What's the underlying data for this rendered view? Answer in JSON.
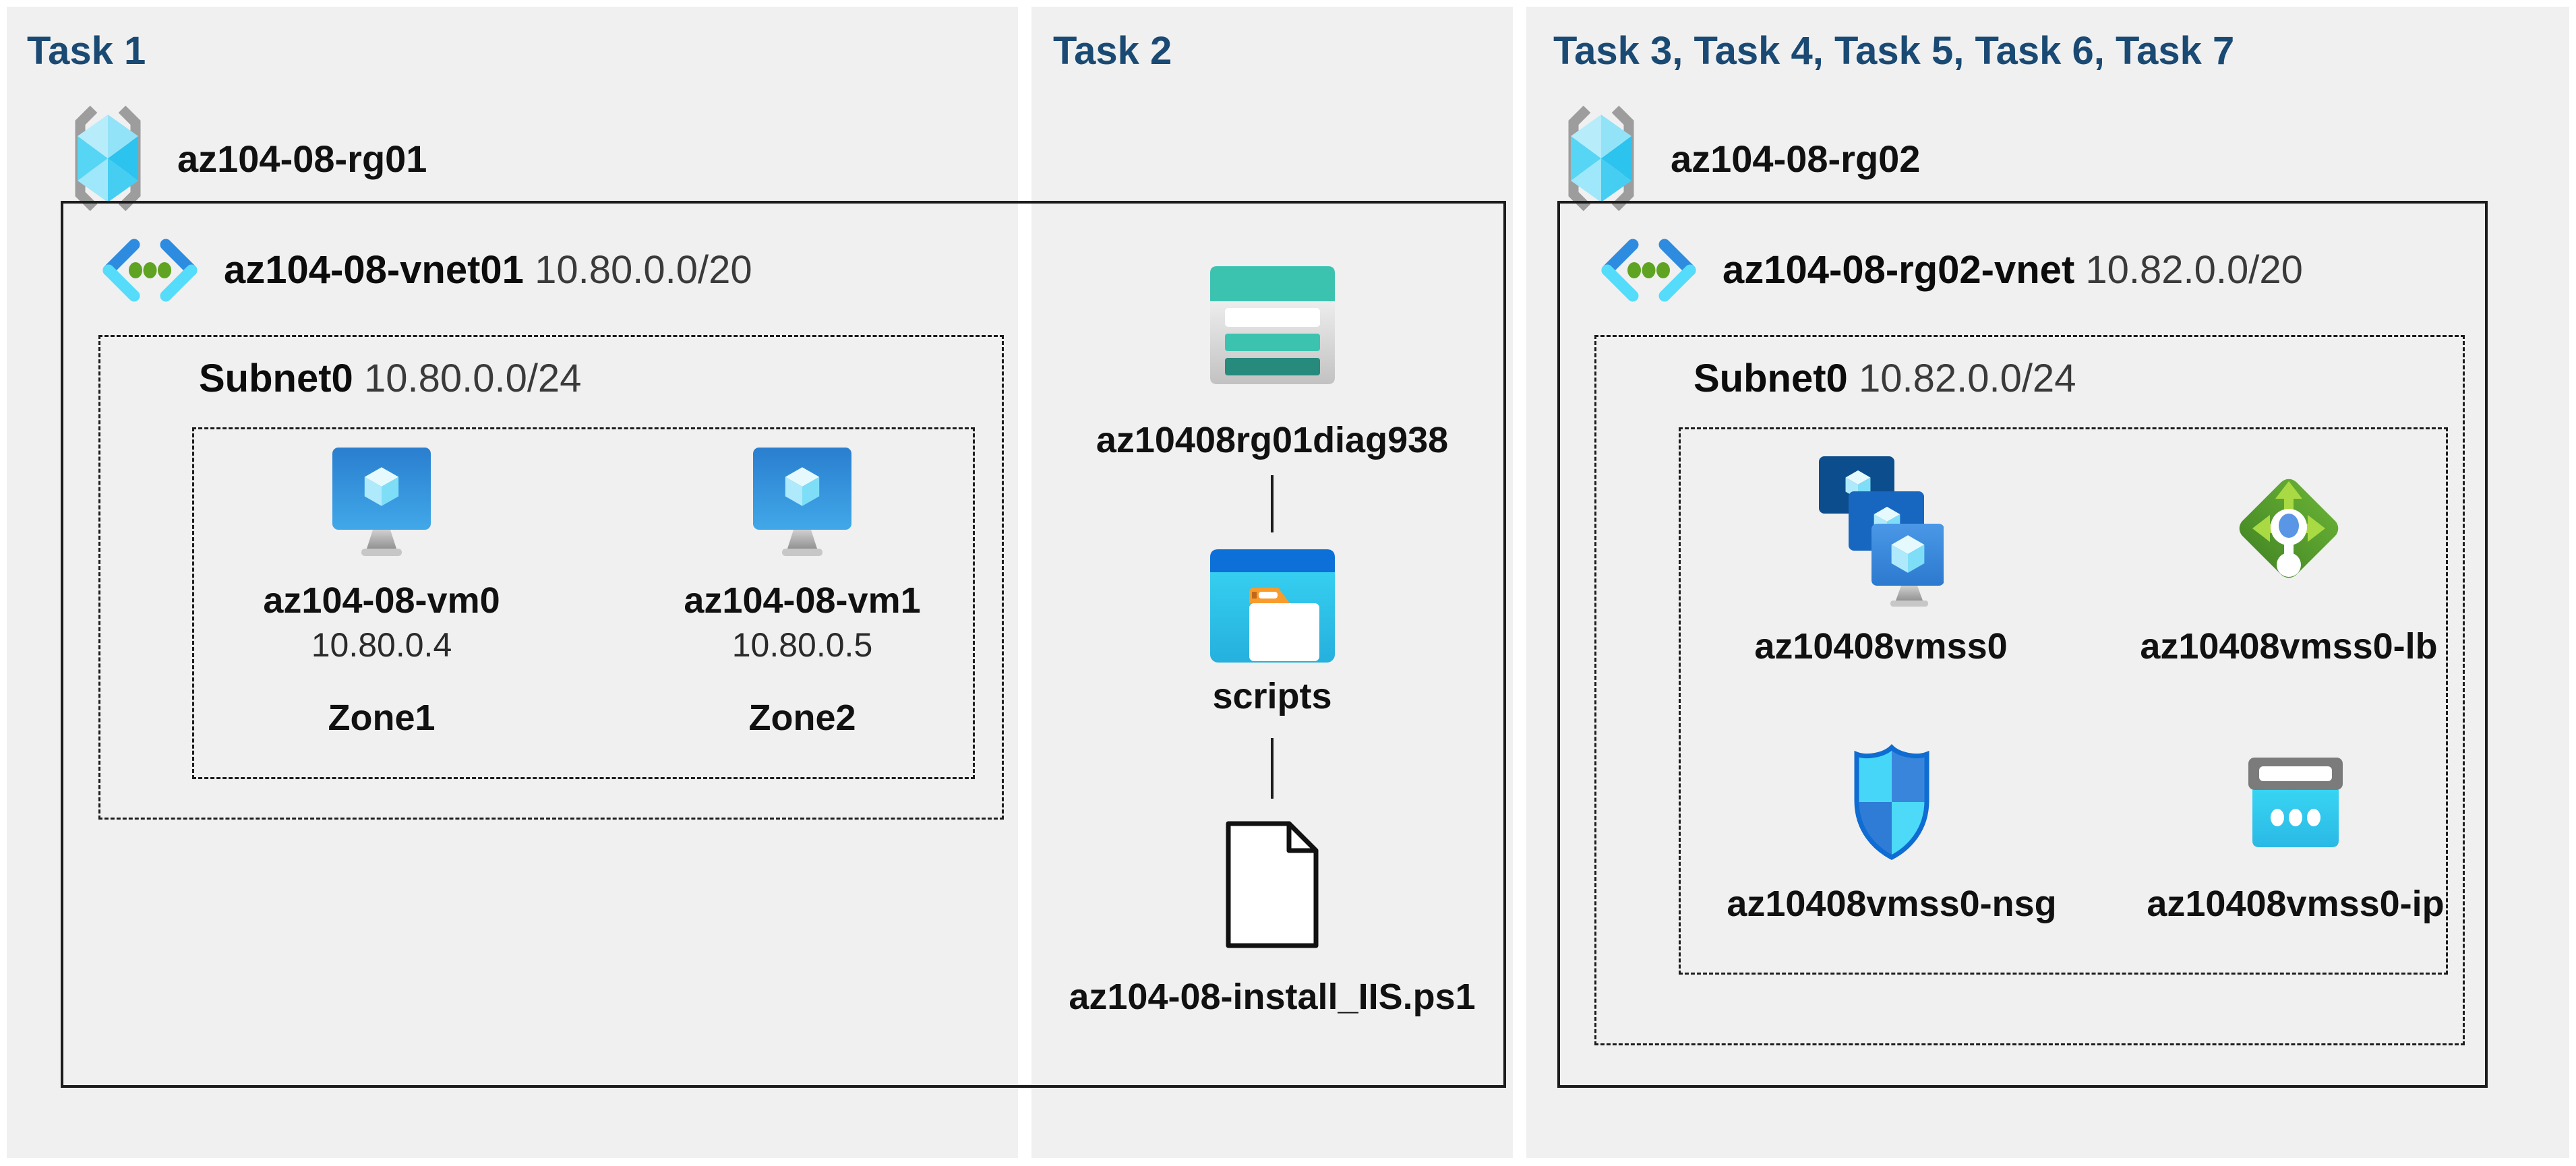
{
  "task1": {
    "header": "Task 1",
    "resource_group": "az104-08-rg01",
    "vnet_name": "az104-08-vnet01",
    "vnet_cidr": "10.80.0.0/20",
    "subnet_name": "Subnet0",
    "subnet_cidr": "10.80.0.0/24",
    "vms": [
      {
        "name": "az104-08-vm0",
        "ip": "10.80.0.4",
        "zone": "Zone1"
      },
      {
        "name": "az104-08-vm1",
        "ip": "10.80.0.5",
        "zone": "Zone2"
      }
    ]
  },
  "task2": {
    "header": "Task 2",
    "storage_account": "az10408rg01diag938",
    "container": "scripts",
    "script_file": "az104-08-install_IIS.ps1"
  },
  "task3": {
    "header": "Task 3, Task 4, Task 5, Task 6, Task 7",
    "resource_group": "az104-08-rg02",
    "vnet_name": "az104-08-rg02-vnet",
    "vnet_cidr": "10.82.0.0/20",
    "subnet_name": "Subnet0",
    "subnet_cidr": "10.82.0.0/24",
    "vmss": "az10408vmss0",
    "load_balancer": "az10408vmss0-lb",
    "nsg": "az10408vmss0-nsg",
    "public_ip": "az10408vmss0-ip"
  },
  "icons": {
    "resource_group": "resource-group-icon",
    "virtual_network": "virtual-network-icon",
    "virtual_machine": "virtual-machine-icon",
    "storage_account": "storage-account-icon",
    "blob_container": "blob-container-icon",
    "script_file": "file-icon",
    "vm_scale_set": "vm-scale-set-icon",
    "load_balancer": "load-balancer-icon",
    "network_security_group": "nsg-shield-icon",
    "public_ip": "public-ip-icon"
  },
  "colors": {
    "header_text": "#1a4a73",
    "panel_background": "#f0f0f0",
    "storage_teal": "#3cc3b0",
    "storage_dark_teal": "#268a7c",
    "container_blue": "#0c70d8",
    "folder_tab_orange": "#f89b2d",
    "lb_green": "#57a22e",
    "lb_arrow_green": "#a9da44",
    "nsg_outline_blue": "#0e6cd2",
    "public_ip_cyan": "#31c9ee",
    "vm_monitor_blue": "#3090dc",
    "vnet_chevron_blue": "#2e8ce0",
    "vnet_chevron_cyan": "#55dcfa",
    "vnet_dot_green": "#5fa322"
  }
}
